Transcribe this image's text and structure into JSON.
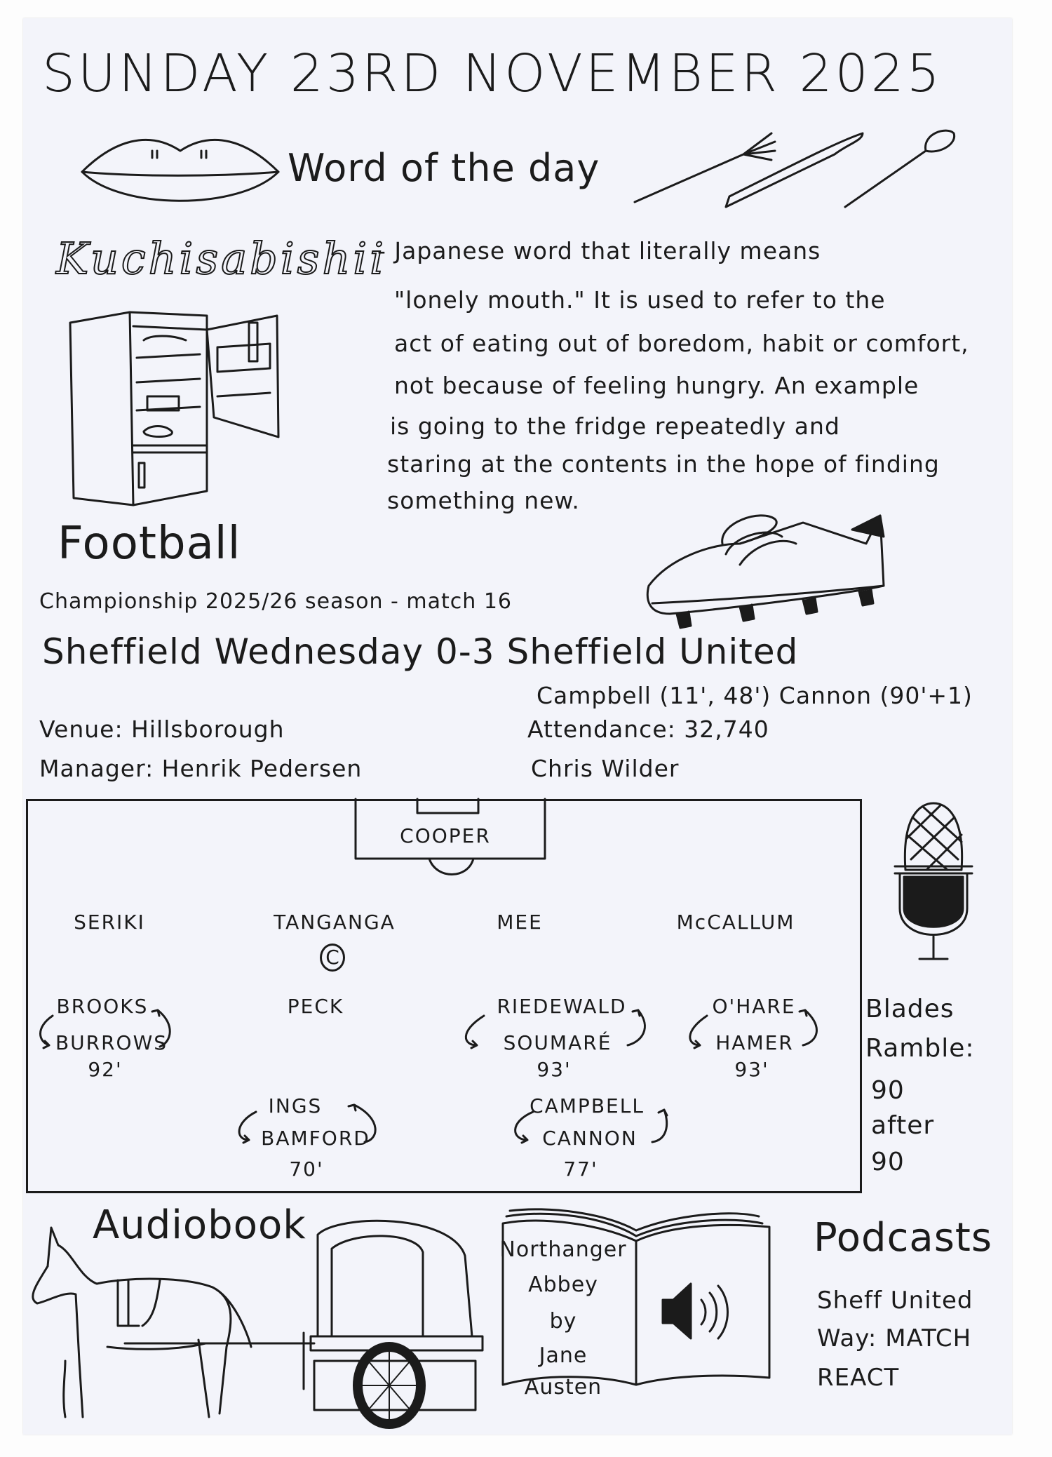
{
  "header": {
    "title": "SUNDAY 23RD NOVEMBER 2025"
  },
  "word_of_the_day": {
    "heading": "Word of the day",
    "word": "Kuchisabishii",
    "definition_lines": [
      "- Japanese word that literally means",
      "\"lonely mouth.\" It is used to refer to the",
      "act of eating out of boredom, habit or comfort,",
      "not because of feeling hungry. An example",
      "is going to the fridge repeatedly and",
      "staring at the contents in the hope of finding",
      "something new."
    ]
  },
  "football": {
    "heading": "Football",
    "competition": "Championship 2025/26 season - match 16",
    "result": "Sheffield Wednesday 0-3 Sheffield United",
    "scorers": "Campbell (11', 48') Cannon (90'+1)",
    "venue": "Venue: Hillsborough",
    "attendance": "Attendance: 32,740",
    "manager_home": "Manager: Henrik Pedersen",
    "manager_away": "Chris Wilder",
    "lineup": {
      "goalkeeper": "COOPER",
      "defence": [
        "SERIKI",
        "TANGANGA",
        "MEE",
        "McCALLUM"
      ],
      "captain_mark": "C",
      "midfield": [
        {
          "off": "BROOKS",
          "on": "BURROWS",
          "minute": "92'"
        },
        {
          "off": "PECK"
        },
        {
          "off": "RIEDEWALD",
          "on": "SOUMARÉ",
          "minute": "93'"
        },
        {
          "off": "O'HARE",
          "on": "HAMER",
          "minute": "93'"
        }
      ],
      "attack": [
        {
          "off": "INGS",
          "on": "BAMFORD",
          "minute": "70'"
        },
        {
          "off": "CAMPBELL",
          "on": "CANNON",
          "minute": "77'"
        }
      ]
    }
  },
  "blades_ramble": {
    "lines": [
      "Blades",
      "Ramble:",
      "90",
      "after",
      "90"
    ]
  },
  "audiobook": {
    "heading": "Audiobook",
    "book_lines": [
      "Northanger",
      "Abbey",
      "by",
      "Jane",
      "Austen"
    ]
  },
  "podcasts": {
    "heading": "Podcasts",
    "lines": [
      "Sheff United",
      "Way: MATCH",
      "REACT"
    ]
  }
}
